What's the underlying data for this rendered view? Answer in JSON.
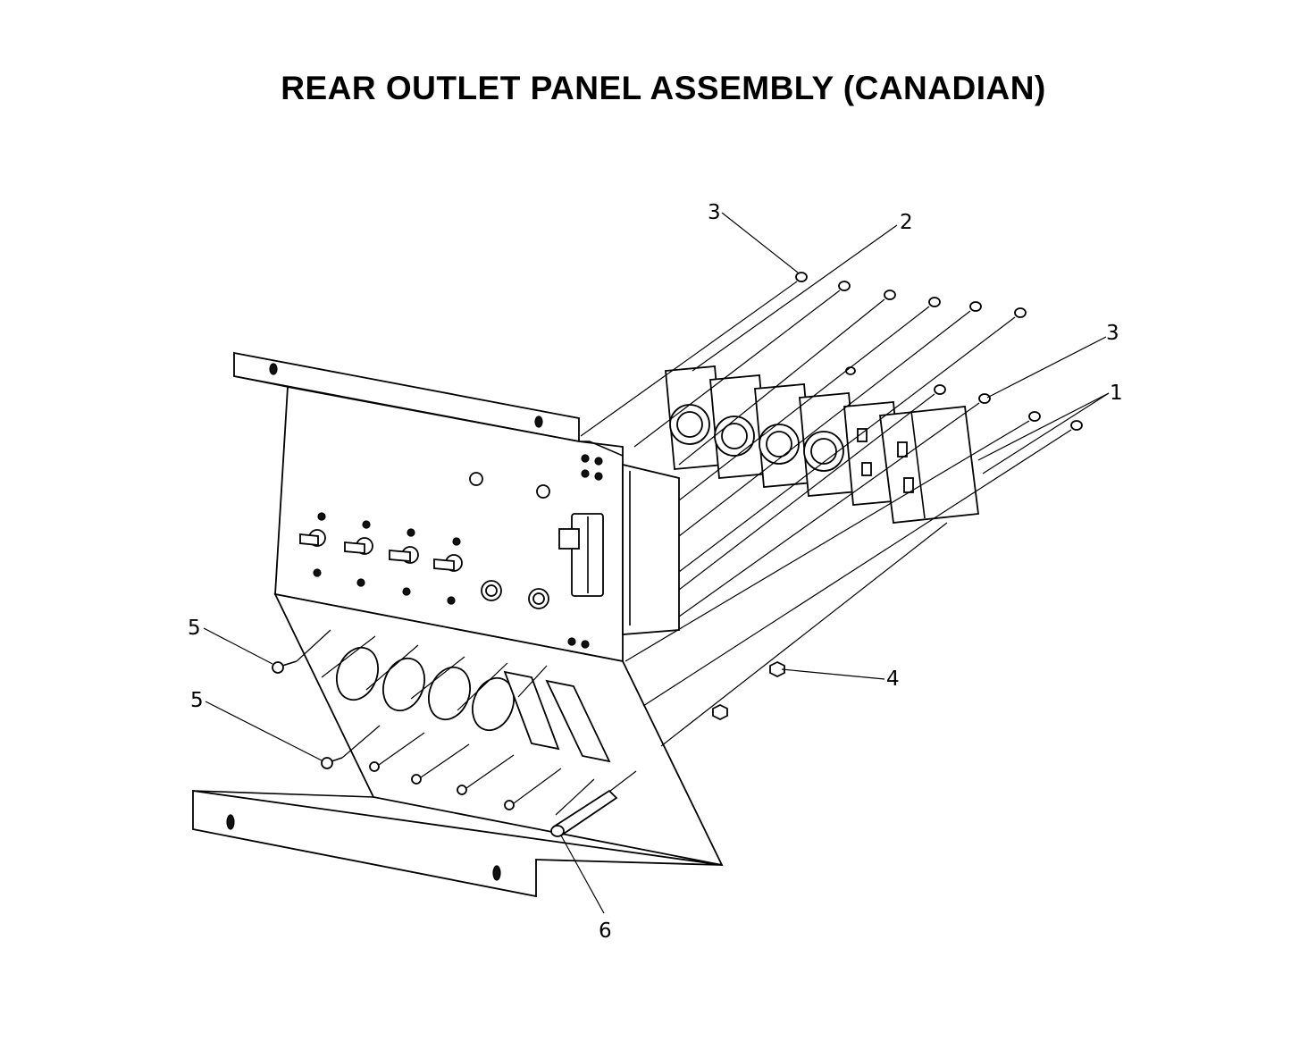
{
  "title": "REAR OUTLET PANEL ASSEMBLY (CANADIAN)",
  "callouts": [
    {
      "id": "c3a",
      "label": "3"
    },
    {
      "id": "c2",
      "label": "2"
    },
    {
      "id": "c3b",
      "label": "3"
    },
    {
      "id": "c1",
      "label": "1"
    },
    {
      "id": "c4",
      "label": "4"
    },
    {
      "id": "c5a",
      "label": "5"
    },
    {
      "id": "c5b",
      "label": "5"
    },
    {
      "id": "c6",
      "label": "6"
    }
  ]
}
